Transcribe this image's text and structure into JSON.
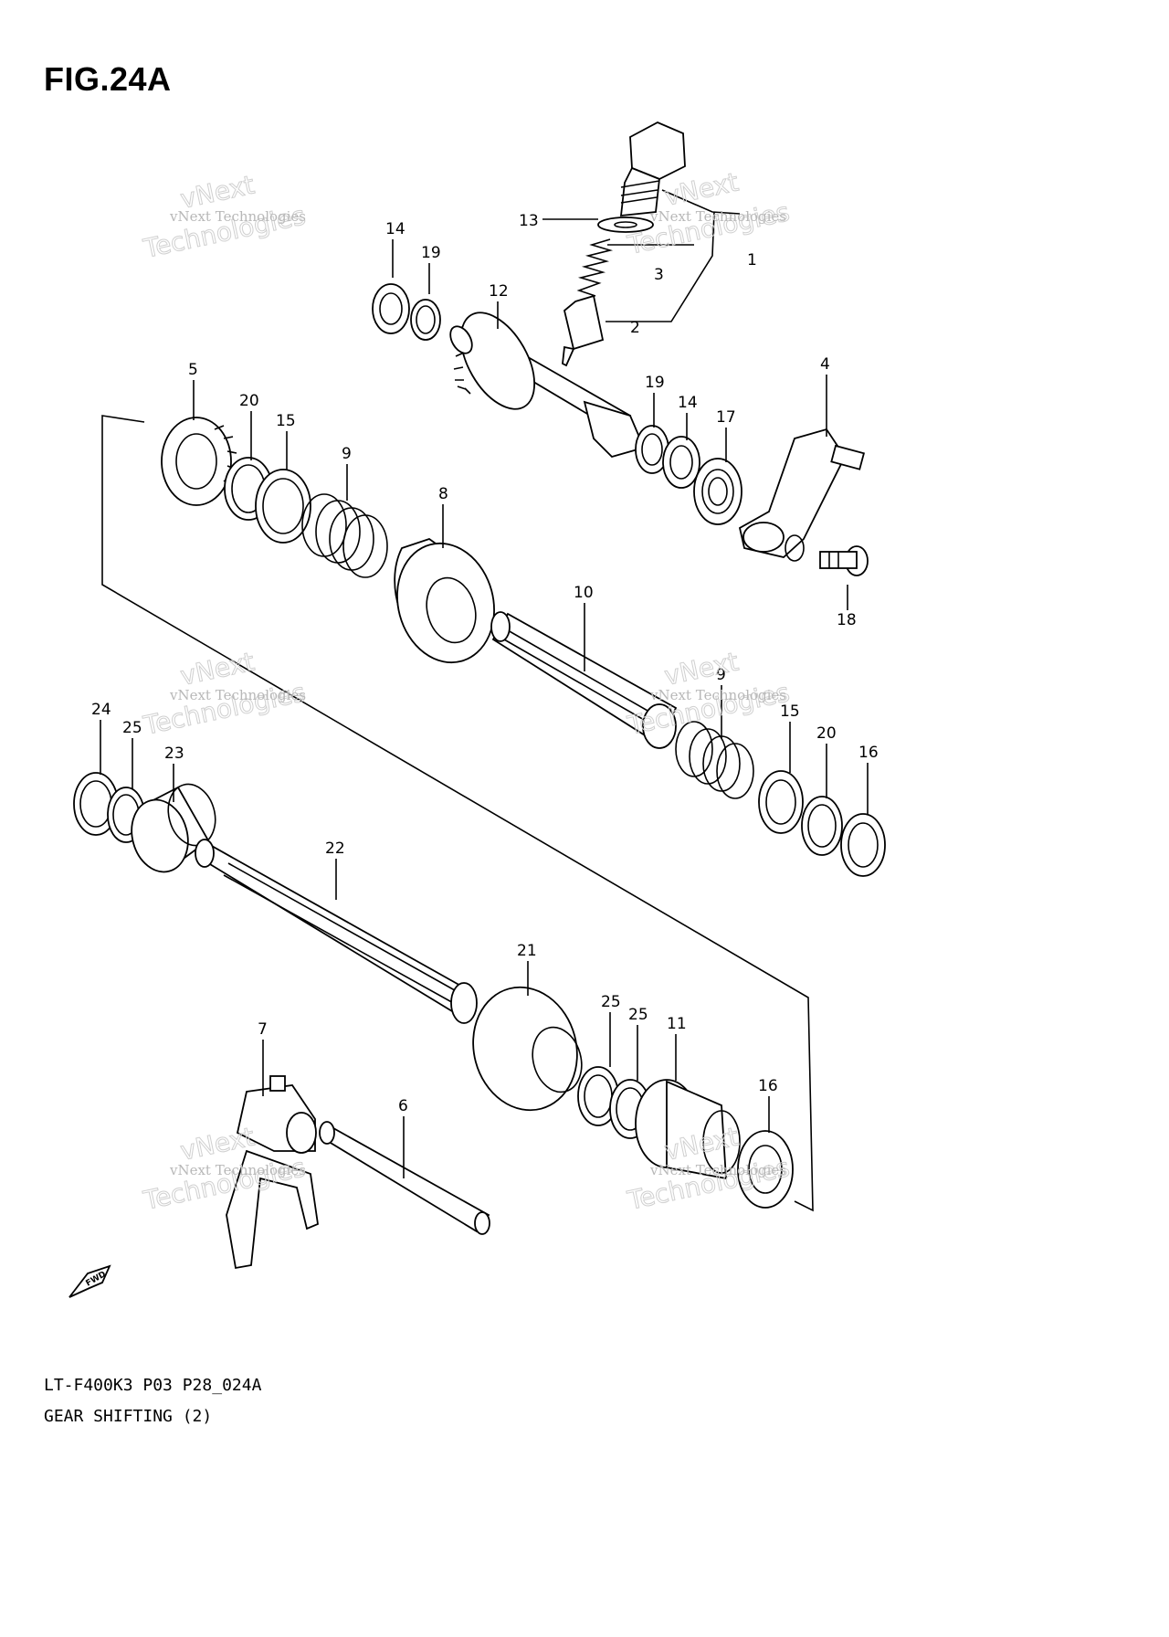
{
  "figure": {
    "title": "FIG.24A"
  },
  "parts": {
    "p1": "1",
    "p2": "2",
    "p3": "3",
    "p4": "4",
    "p5": "5",
    "p6": "6",
    "p7": "7",
    "p8": "8",
    "p9a": "9",
    "p9b": "9",
    "p10": "10",
    "p11": "11",
    "p12": "12",
    "p13": "13",
    "p14a": "14",
    "p14b": "14",
    "p15a": "15",
    "p15b": "15",
    "p16a": "16",
    "p16b": "16",
    "p17": "17",
    "p18": "18",
    "p19a": "19",
    "p19b": "19",
    "p20a": "20",
    "p20b": "20",
    "p21": "21",
    "p22": "22",
    "p23": "23",
    "p24": "24",
    "p25a": "25",
    "p25b": "25",
    "p25c": "25"
  },
  "watermark": {
    "line1": "vNext Technologies",
    "line2": "Technologies",
    "line3": "vNext"
  },
  "direction_marker": "FWD",
  "footer": {
    "code": "LT-F400K3 P03 P28_024A",
    "title": "GEAR SHIFTING (2)"
  }
}
